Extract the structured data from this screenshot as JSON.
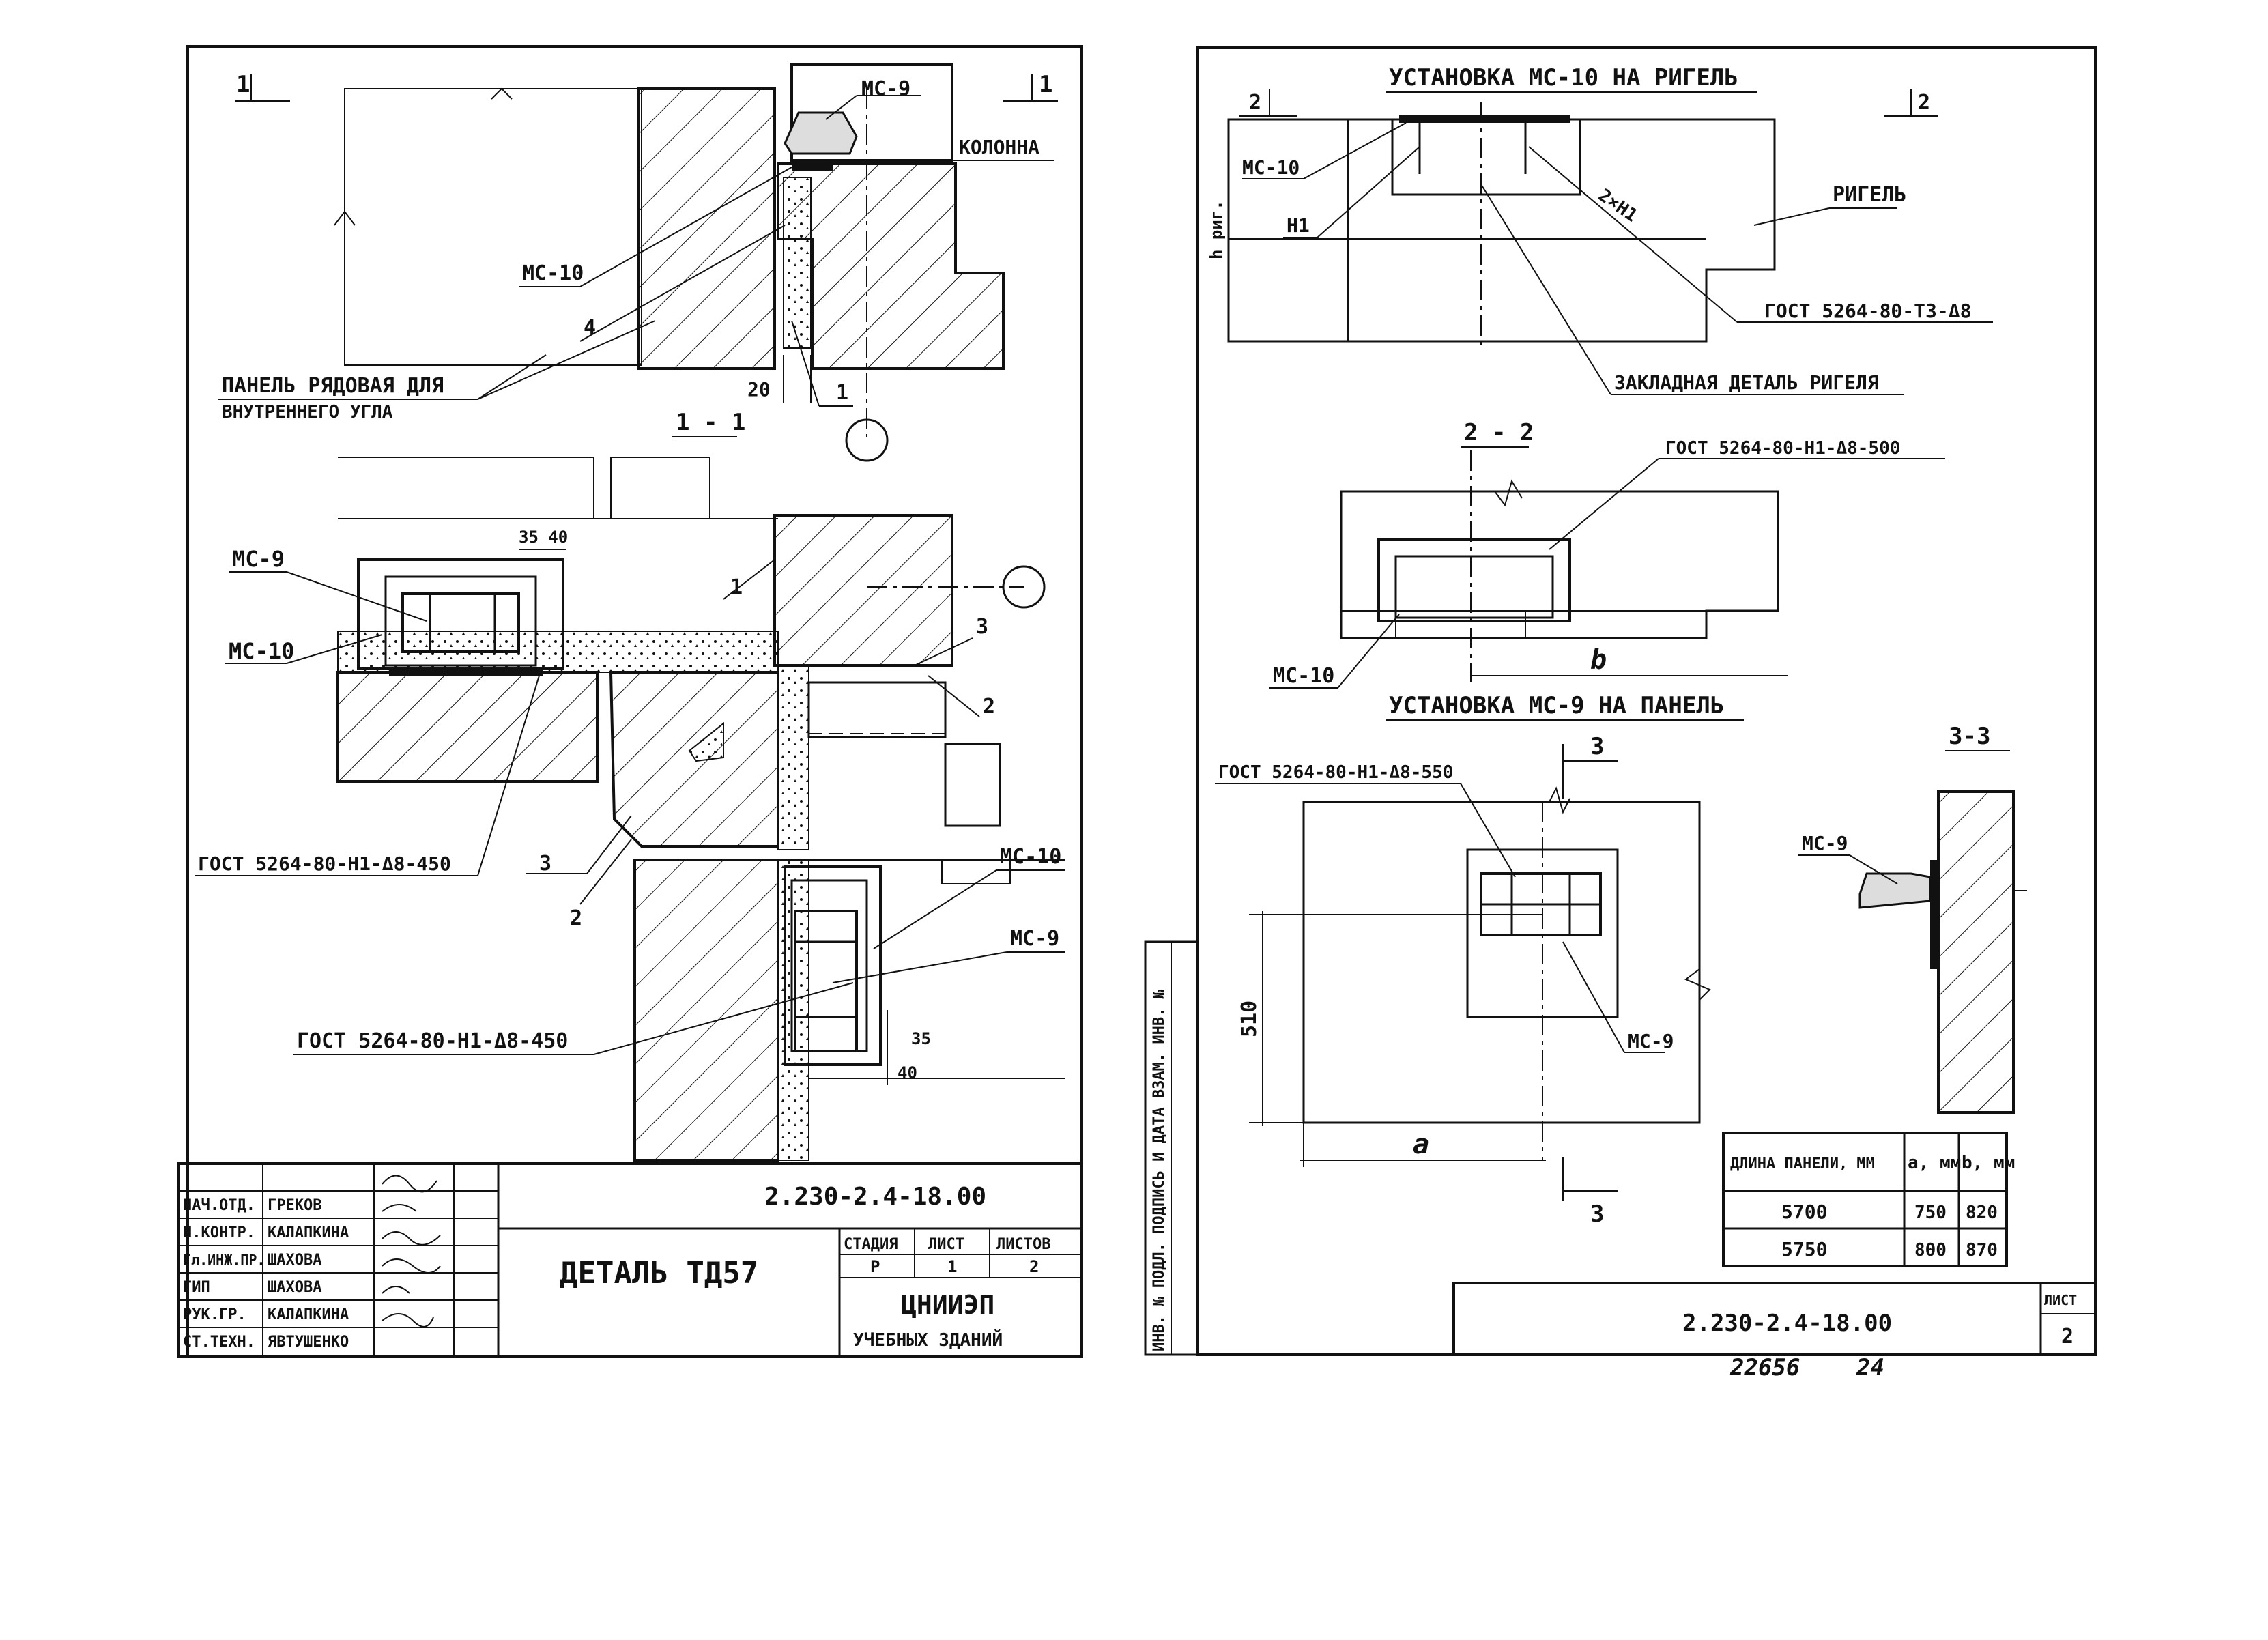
{
  "sheet1": {
    "section_markers": {
      "left": "1",
      "right": "1"
    },
    "labels": {
      "ms9": "МС-9",
      "kolonna": "КОЛОННА",
      "ms10": "МС-10",
      "num4": "4",
      "dim20": "20",
      "num1": "1",
      "panel_line1": "ПАНЕЛЬ РЯДОВАЯ ДЛЯ",
      "panel_line2": "ВНУТРЕННЕГО УГЛА",
      "section11": "1 - 1"
    },
    "plan": {
      "ms9": "МС-9",
      "ms10": "МС-10",
      "dim3540": "35 40",
      "num1": "1",
      "num3a": "3",
      "num2a": "2",
      "gost1": "ГОСТ 5264-80-Н1-Δ8-450",
      "num3b": "3",
      "num2b": "2",
      "ms10b": "МС-10",
      "ms9b": "МС-9",
      "gost2": "ГОСТ 5264-80-Н1-Δ8-450",
      "dim35": "35",
      "dim40": "40"
    },
    "title_block": {
      "roles": [
        "НАЧ.ОТД.",
        "Н.КОНТР.",
        "Гл.ИНЖ.ПР.",
        "ГИП",
        "РУК.ГР.",
        "СТ.ТЕХН."
      ],
      "names": [
        "ГРЕКОВ",
        "КАЛАПКИНА",
        "ШАХОВА",
        "ШАХОВА",
        "КАЛАПКИНА",
        "ЯВТУШЕНКО"
      ],
      "code": "2.230-2.4-18.00",
      "title": "ДЕТАЛЬ ТД57",
      "stage_hdr": "СТАДИЯ",
      "sheet_hdr": "ЛИСТ",
      "sheets_hdr": "ЛИСТОВ",
      "stage": "Р",
      "sheet": "1",
      "sheets": "2",
      "org": "ЦНИИЭП",
      "org2": "УЧЕБНЫХ ЗДАНИЙ"
    }
  },
  "sheet2": {
    "install1": "УСТАНОВКА МС-10 НА РИГЕЛЬ",
    "marker2_left": "2",
    "marker2_right": "2",
    "ms10": "МС-10",
    "h1": "Н1",
    "two_h1": "2×Н1",
    "rigel": "РИГЕЛЬ",
    "h_rig": "h риг.",
    "gost_t3": "ГОСТ 5264-80-Т3-Δ8",
    "zakladnaya": "ЗАКЛАДНАЯ ДЕТАЛЬ РИГЕЛЯ",
    "section22": "2 - 2",
    "gost_500": "ГОСТ 5264-80-Н1-Δ8-500",
    "ms10b": "МС-10",
    "b": "b",
    "install2": "УСТАНОВКА МС-9 НА ПАНЕЛЬ",
    "gost_550": "ГОСТ 5264-80-Н1-Δ8-550",
    "marker3_top": "3",
    "marker3_bottom": "3",
    "section33": "3-3",
    "ms9": "МС-9",
    "ms9b": "МС-9",
    "dim510": "510",
    "a": "a",
    "side_stamp": "ИНВ. № ПОДЛ. ПОДПИСЬ И ДАТА ВЗАМ. ИНВ. №",
    "table": {
      "headers": [
        "ДЛИНА ПАНЕЛИ, ММ",
        "a, мм",
        "b, мм"
      ],
      "rows": [
        [
          "5700",
          "750",
          "820"
        ],
        [
          "5750",
          "800",
          "870"
        ]
      ]
    },
    "code": "2.230-2.4-18.00",
    "sheet_hdr": "ЛИСТ",
    "sheet": "2",
    "footer": "22656",
    "footer2": "24"
  }
}
